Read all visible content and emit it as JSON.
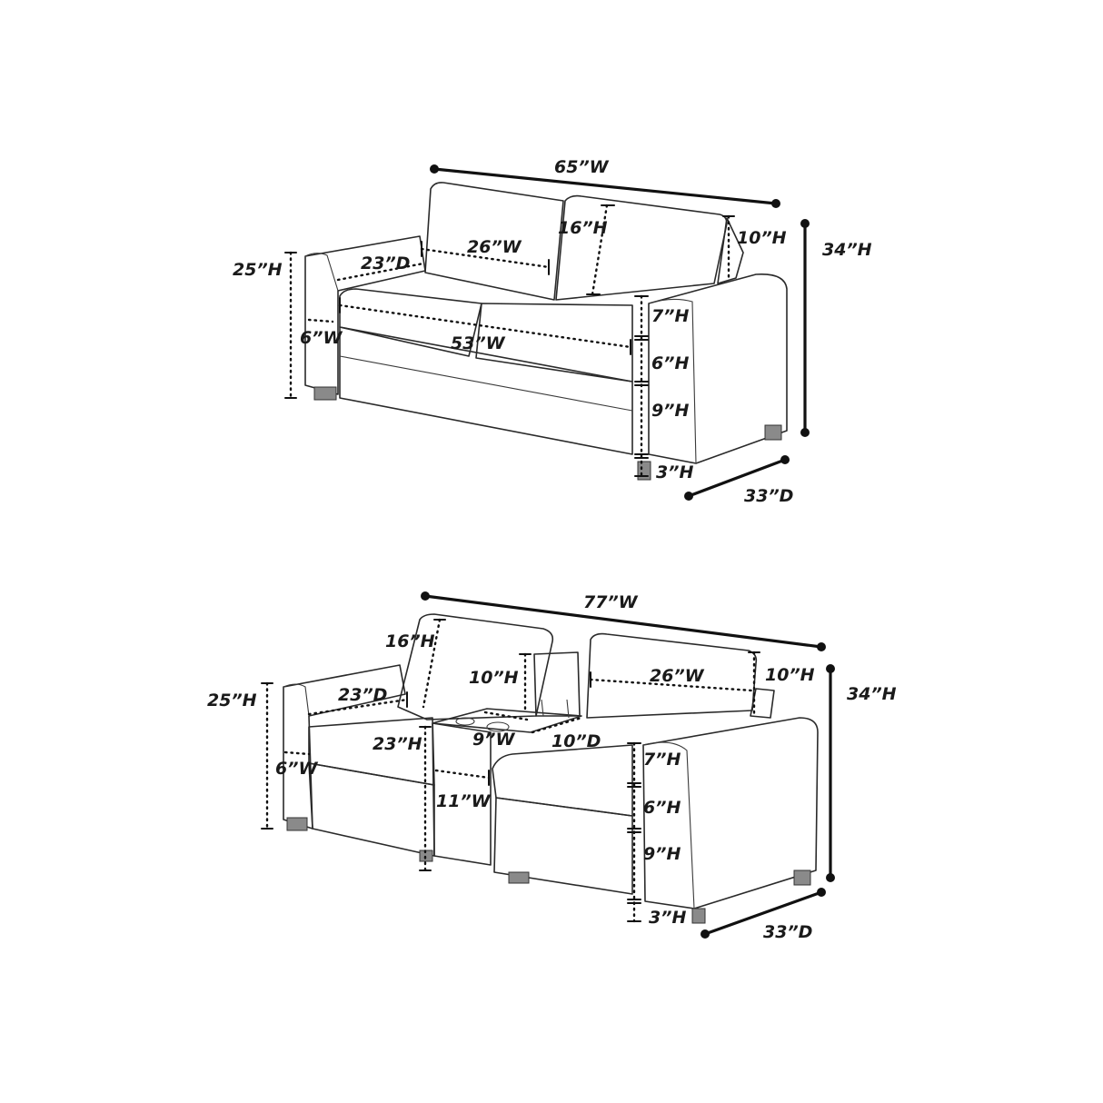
{
  "diagrams": [
    {
      "labels": {
        "total_width": "65”W",
        "back_cushion_height": "16”H",
        "headrest_height": "10”H",
        "total_height": "34”H",
        "arm_height": "25”H",
        "seat_depth": "23”D",
        "seat_cushion_width": "26”W",
        "arm_width": "6”W",
        "seat_width": "53”W",
        "seat_cushion_height": "7”H",
        "seat_base_height": "6”H",
        "frame_height": "9”H",
        "leg_height": "3”H",
        "total_depth": "33”D"
      }
    },
    {
      "labels": {
        "total_width": "77”W",
        "back_cushion_height": "16”H",
        "console_lid_height": "10”H",
        "seat_cushion_width": "26”W",
        "headrest_height": "10”H",
        "total_height": "34”H",
        "arm_height": "25”H",
        "seat_depth": "23”D",
        "console_height": "23”H",
        "console_inner_width": "9”W",
        "console_inner_depth": "10”D",
        "seat_cushion_height": "7”H",
        "arm_width": "6”W",
        "console_width": "11”W",
        "seat_base_height": "6”H",
        "frame_height": "9”H",
        "leg_height": "3”H",
        "total_depth": "33”D"
      }
    }
  ]
}
